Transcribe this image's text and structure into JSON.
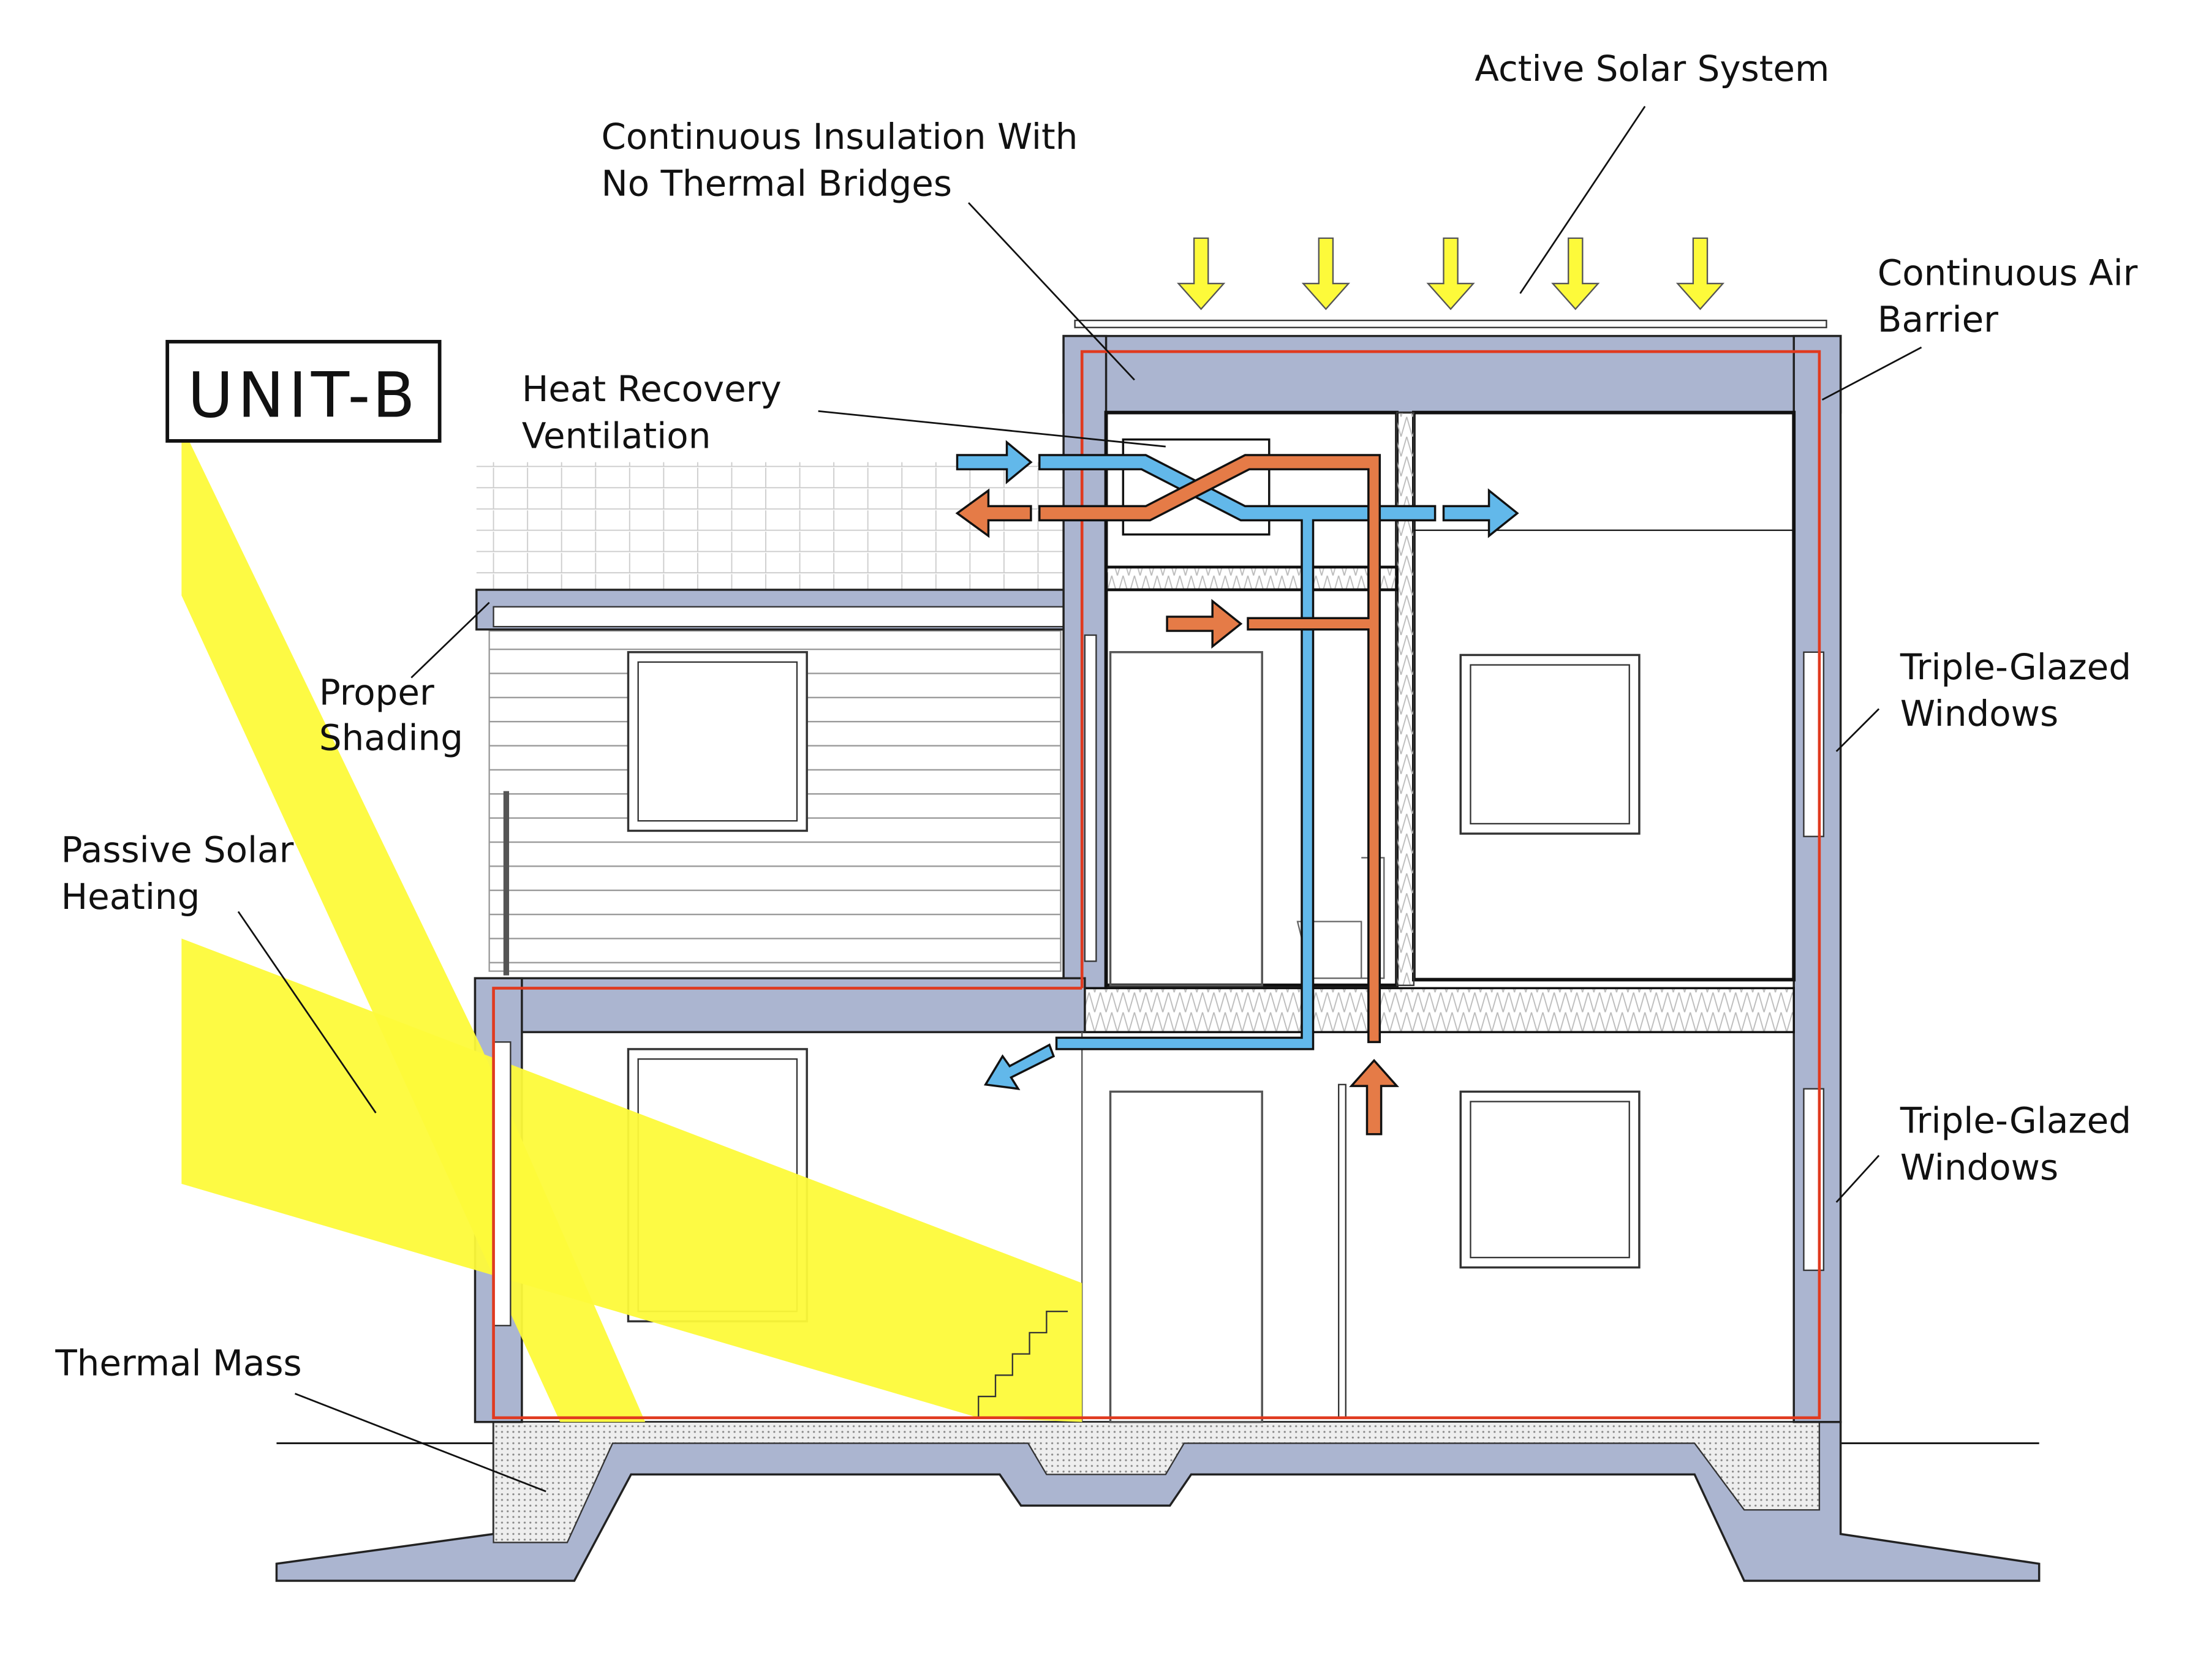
{
  "title_box": "UNIT-B",
  "labels": {
    "active_solar": "Active Solar System",
    "insulation_1": "Continuous Insulation With",
    "insulation_2": "No Thermal Bridges",
    "air_barrier_1": "Continuous Air",
    "air_barrier_2": "Barrier",
    "hrv_1": "Heat Recovery",
    "hrv_2": "Ventilation",
    "shading_1": "Proper",
    "shading_2": "Shading",
    "passive_1": "Passive Solar",
    "passive_2": "Heating",
    "windows_upper_1": "Triple-Glazed",
    "windows_upper_2": "Windows",
    "windows_lower_1": "Triple-Glazed",
    "windows_lower_2": "Windows",
    "thermal_mass": "Thermal Mass"
  },
  "colors": {
    "fresh_air": "#62b8ea",
    "exhaust_air": "#e57b47",
    "structure": "#abb5d0",
    "air_barrier": "#e03a1f",
    "sunlight": "#fdfa3a"
  }
}
